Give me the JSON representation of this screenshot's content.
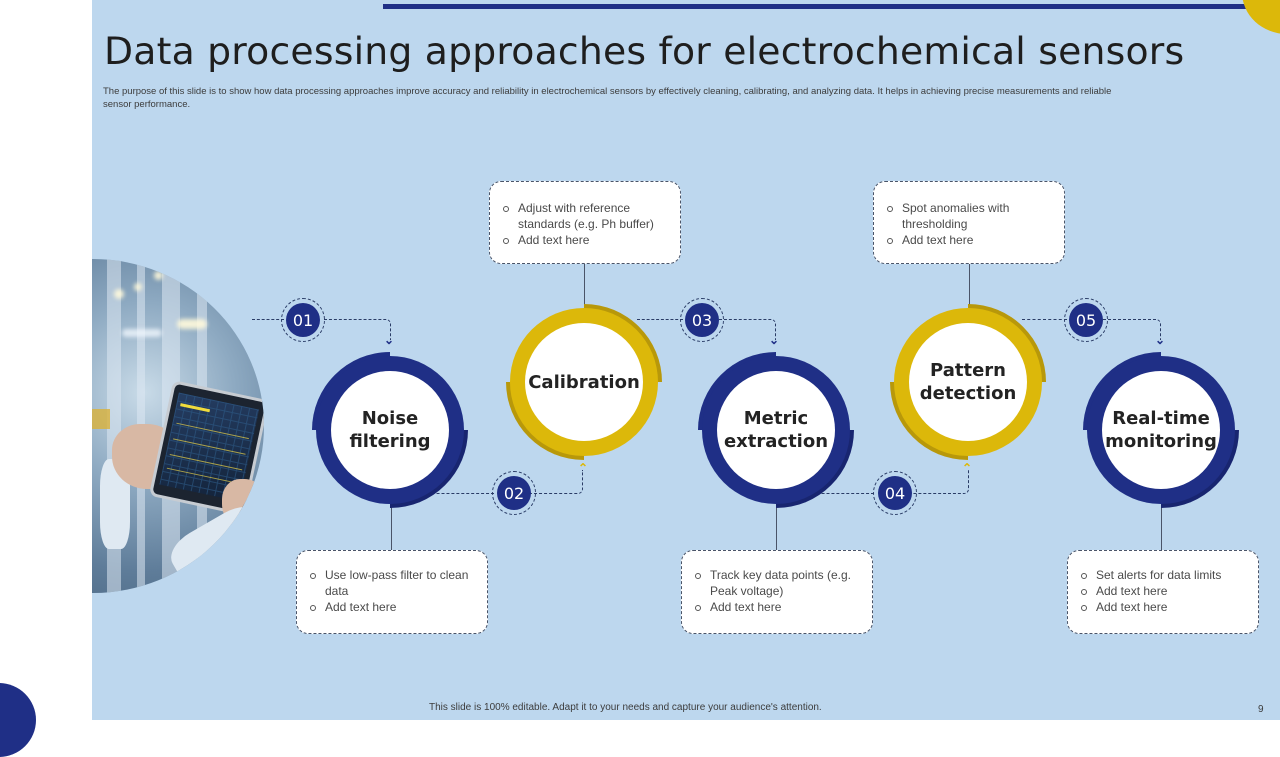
{
  "slide": {
    "title": "Data processing approaches for electrochemical sensors",
    "subtitle": "The purpose of this slide is to show how data processing approaches improve accuracy and reliability in electrochemical sensors by effectively cleaning, calibrating, and analyzing data. It helps in achieving precise measurements and reliable sensor performance.",
    "footer": "This slide is 100% editable.  Adapt it to your needs and capture your audience's attention.",
    "page_number": "9",
    "image_description": "Hands holding a tablet showing a data dashboard in an industrial plant"
  },
  "colors": {
    "background": "#bdd7ee",
    "navy": "#1f2f86",
    "gold": "#dcb80a",
    "gold_dark": "#b8980a",
    "navy_dark": "#182570"
  },
  "steps": [
    {
      "number": "01",
      "title_line1": "Noise",
      "title_line2": "filtering",
      "color": "blue",
      "note_position": "bottom",
      "bullets": [
        "Use low-pass filter to clean data",
        "Add text here"
      ]
    },
    {
      "number": "02",
      "title_line1": "Calibration",
      "title_line2": "",
      "color": "gold",
      "note_position": "top",
      "bullets": [
        "Adjust with reference standards (e.g. Ph buffer)",
        "Add text here"
      ]
    },
    {
      "number": "03",
      "title_line1": "Metric",
      "title_line2": "extraction",
      "color": "blue",
      "note_position": "bottom",
      "bullets": [
        "Track key data points (e.g. Peak voltage)",
        "Add text here"
      ]
    },
    {
      "number": "04",
      "title_line1": "Pattern",
      "title_line2": "detection",
      "color": "gold",
      "note_position": "top",
      "bullets": [
        "Spot anomalies with thresholding",
        "Add text here"
      ]
    },
    {
      "number": "05",
      "title_line1": "Real-time",
      "title_line2": "monitoring",
      "color": "blue",
      "note_position": "bottom",
      "bullets": [
        "Set alerts for data limits",
        "Add text here",
        "Add text here"
      ]
    }
  ],
  "icons": {
    "arrow_down": "chevron-down-icon",
    "arrow_up": "chevron-up-icon",
    "bullet": "hollow-circle-bullet-icon"
  }
}
